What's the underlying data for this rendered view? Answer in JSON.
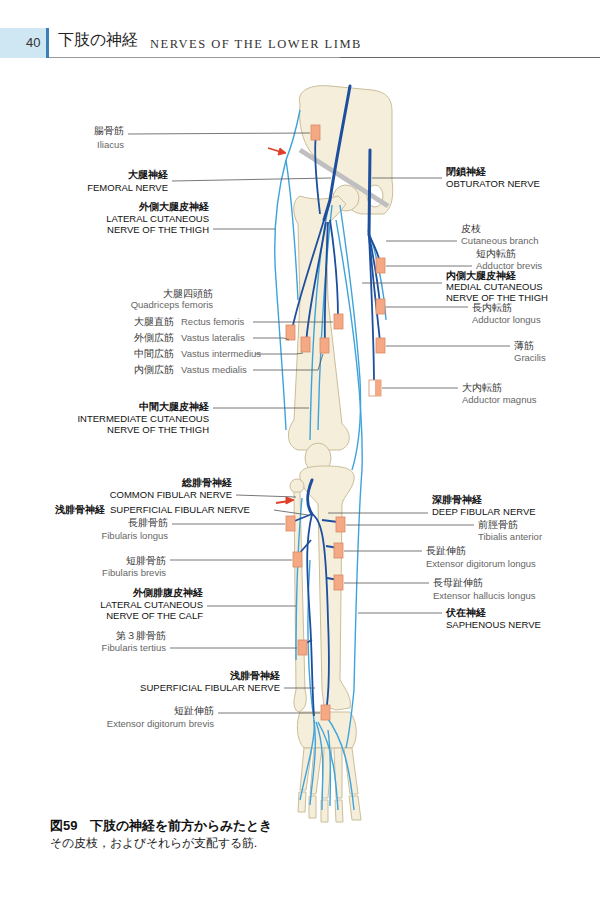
{
  "diagram": {
    "title": "下肢の神経",
    "caption": "図59　下肢の神経を前方からみたとき",
    "labels": [
      "40",
      "NERVES OF THE LOWER LIMB",
      "腸骨筋",
      "Iliacus",
      "大腿神経",
      "FEMORAL NERVE",
      "外側大腿皮神経",
      "LATERAL CUTANEOUS NERVE OF THE THIGH",
      "閉鎖神経",
      "OBTURATOR NERVE",
      "皮枝",
      "Cutaneous branch",
      "短内転筋",
      "Adductor brevis",
      "内側大腿皮神経",
      "MEDIAL CUTANEOUS NERVE OF THE THIGH",
      "大腿四頭筋",
      "Quadriceps femoris",
      "長内転筋",
      "Adductor longus",
      "大腿直筋",
      "Rectus femoris",
      "外側広筋",
      "Vastus lateralis",
      "薄筋",
      "Gracilis",
      "中間広筋",
      "Vastus intermedius",
      "内側広筋",
      "Vastus medialis",
      "大内転筋",
      "Adductor magnus",
      "中間大腿皮神経",
      "INTERMEDIATE CUTANEOUS NERVE OF THE THIGH",
      "総腓骨神経",
      "COMMON FIBULAR NERVE",
      "深腓骨神経",
      "DEEP FIBULAR NERVE",
      "浅腓骨神経",
      "SUPERFICIAL FIBULAR NERVE",
      "長腓骨筋",
      "Fibularis longus",
      "前脛骨筋",
      "Tibialis anterior",
      "長趾伸筋",
      "Extensor digitorum longus",
      "短腓骨筋",
      "Fibularis brevis",
      "長母趾伸筋",
      "Extensor hallucis longus",
      "外側腓腹皮神経",
      "LATERAL CUTANEOUS NERVE OF THE CALF",
      "伏在神経",
      "SAPHENOUS NERVE",
      "第３腓骨筋",
      "Fibularis tertius",
      "浅腓骨神経",
      "SUPERFICIAL FIBULAR NERVE",
      "短趾伸筋",
      "Extensor digitorum brevis",
      "その皮枝，およびそれらが支配する筋."
    ]
  }
}
